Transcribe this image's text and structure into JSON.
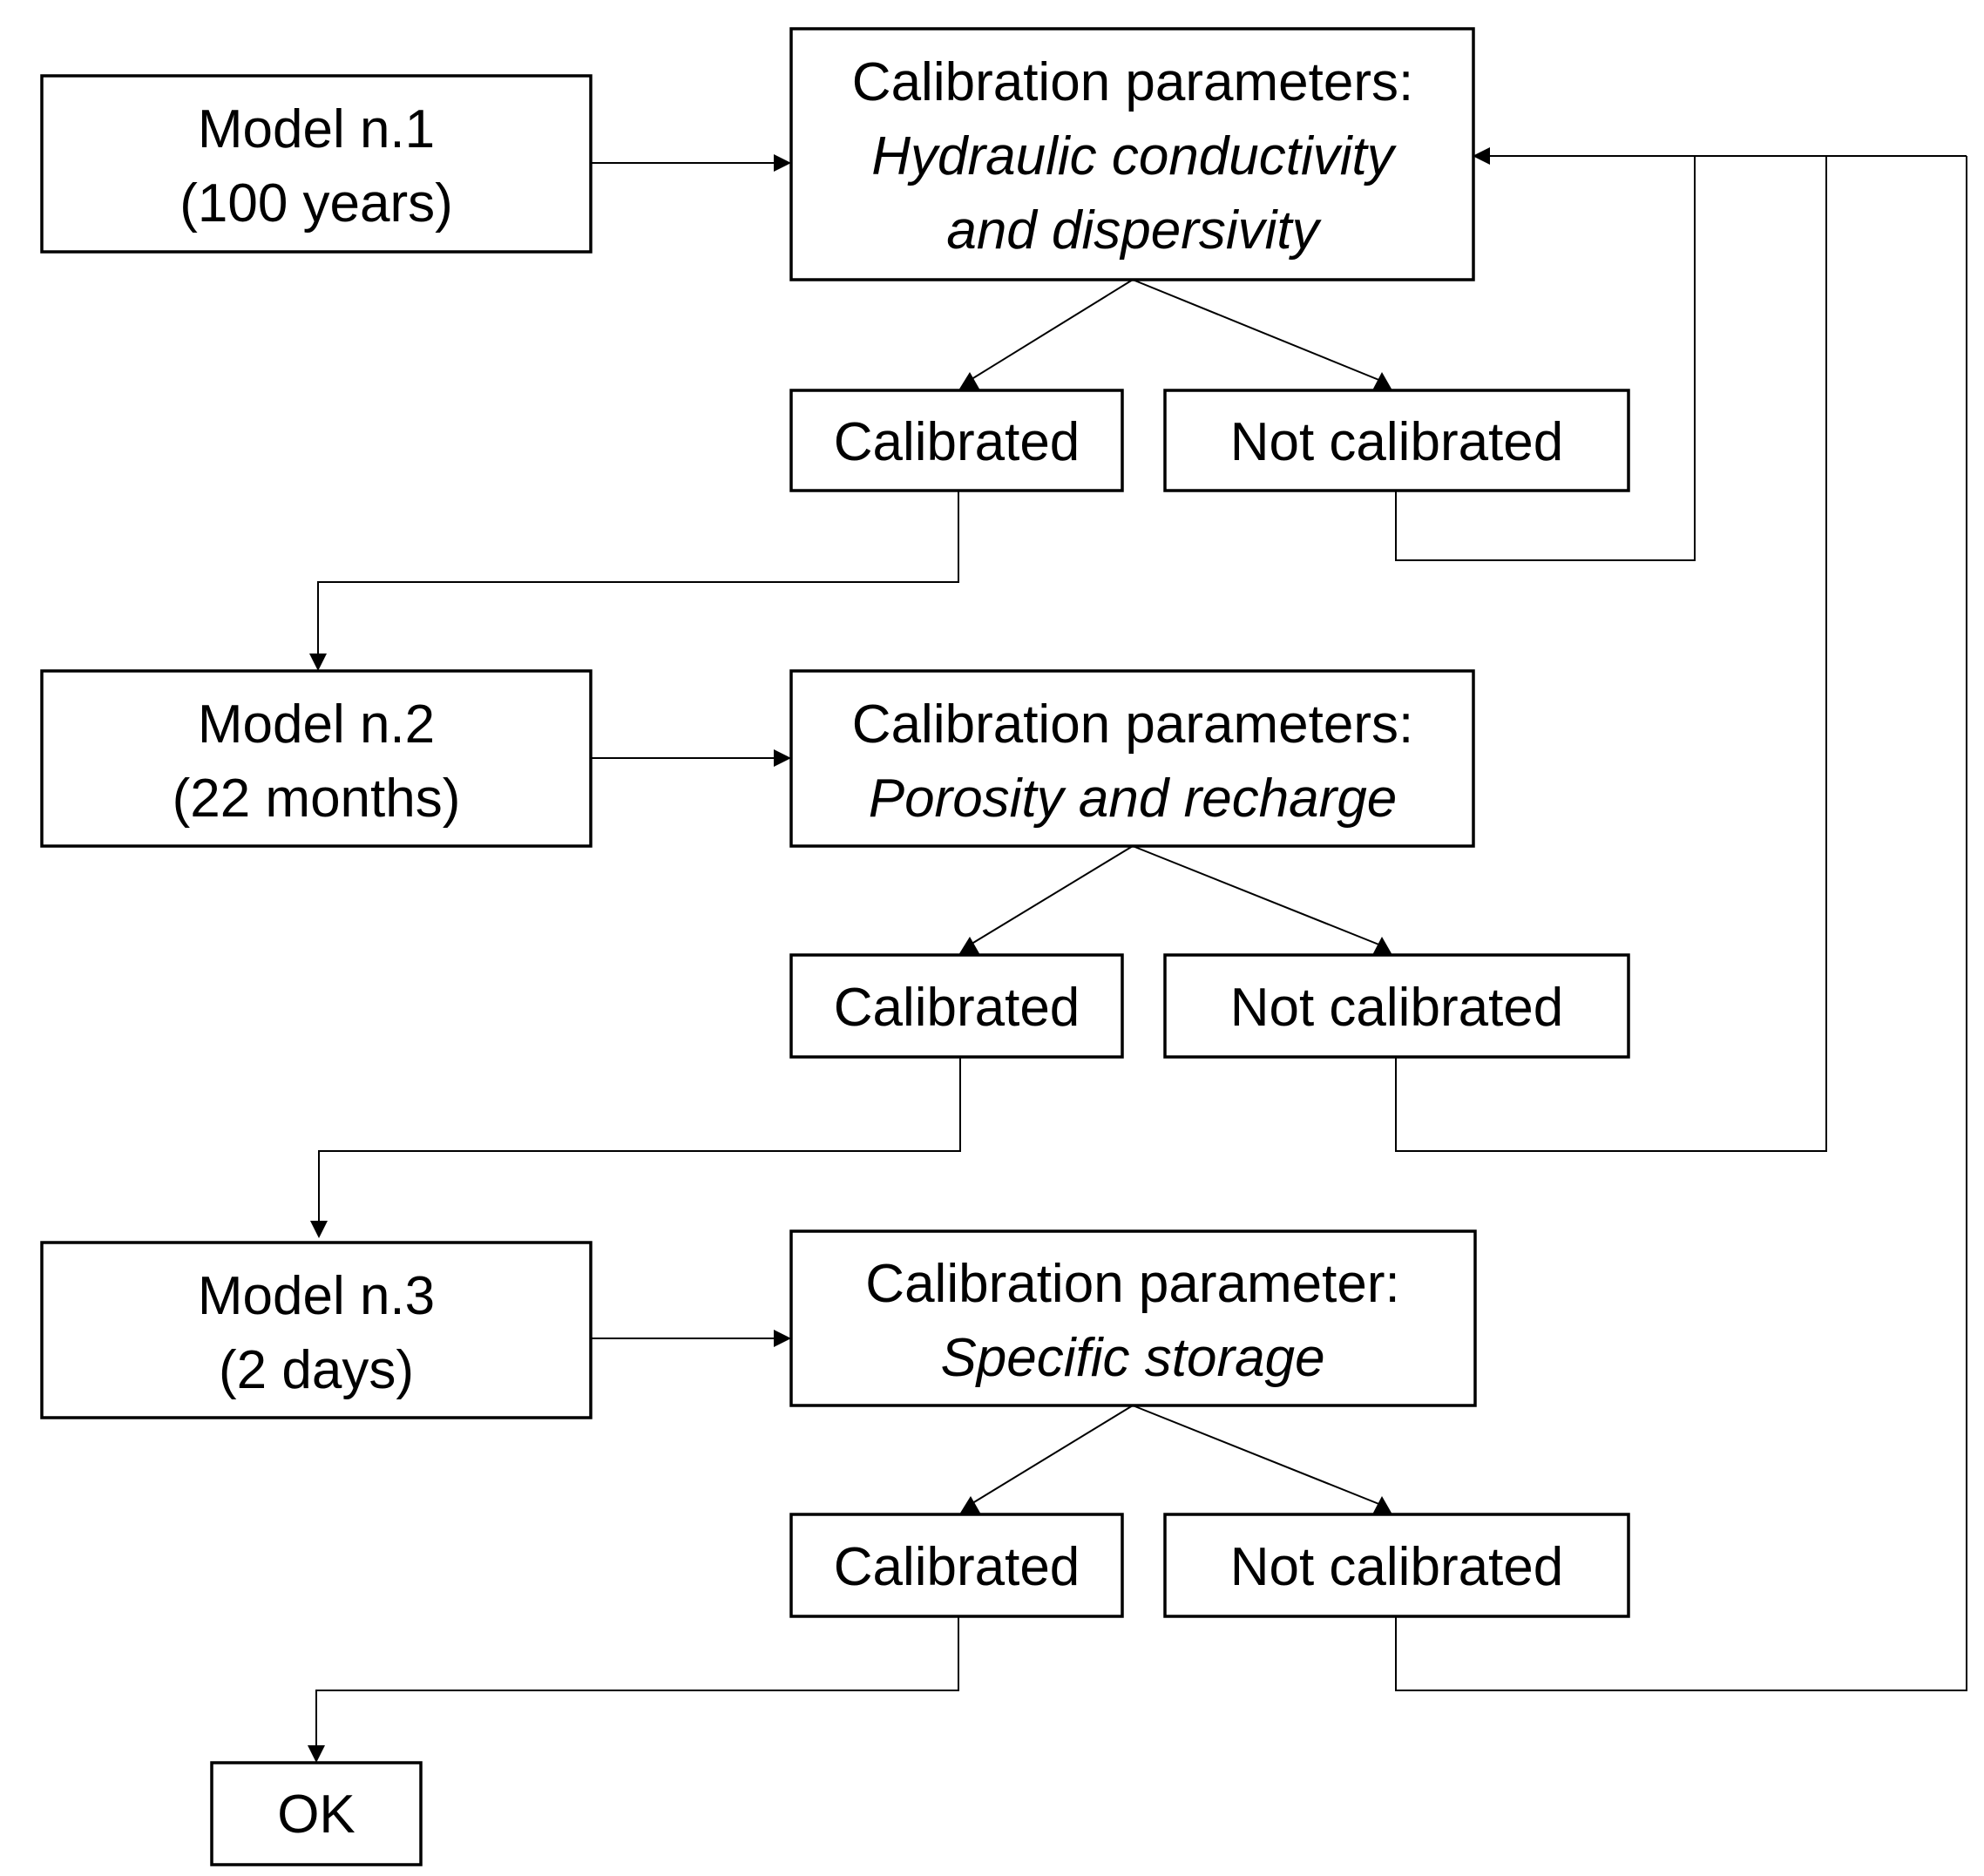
{
  "colors": {
    "line": "#000000",
    "box_fill": "#ffffff",
    "background": "#ffffff"
  },
  "models": [
    {
      "name": "Model n.1",
      "duration": "(100 years)"
    },
    {
      "name": "Model n.2",
      "duration": "(22 months)"
    },
    {
      "name": "Model n.3",
      "duration": "(2 days)"
    }
  ],
  "calibration": [
    {
      "heading": "Calibration parameters:",
      "params": [
        "Hydraulic conductivity",
        "and dispersivity"
      ]
    },
    {
      "heading": "Calibration parameters:",
      "params": [
        "Porosity and recharge"
      ]
    },
    {
      "heading": "Calibration parameter:",
      "params": [
        "Specific storage"
      ]
    }
  ],
  "outcomes": {
    "calibrated": "Calibrated",
    "not_calibrated": "Not calibrated"
  },
  "final": "OK"
}
